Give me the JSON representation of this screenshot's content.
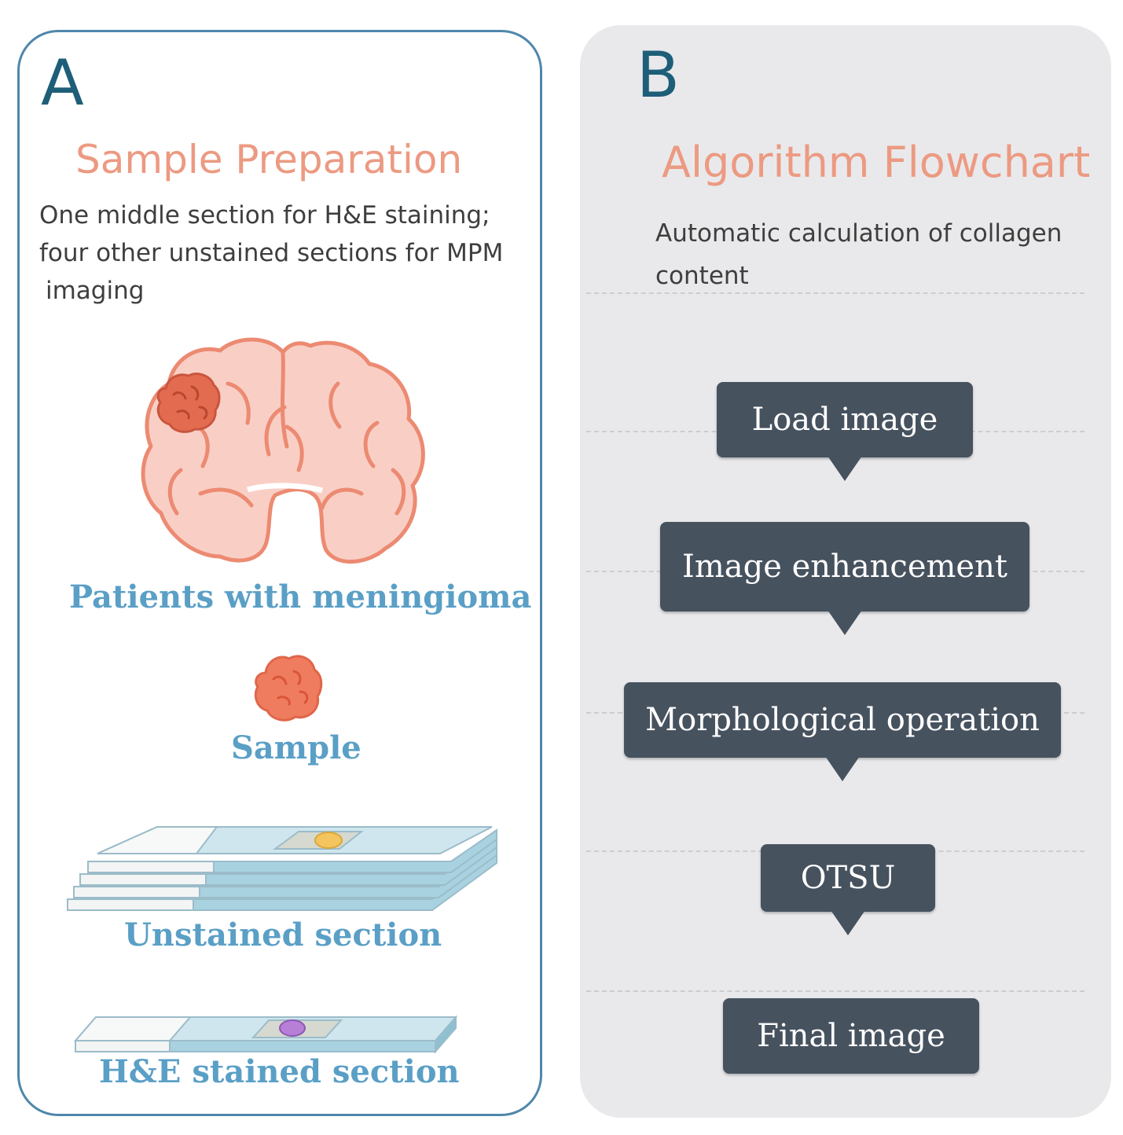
{
  "panel_a": {
    "letter": "A",
    "title": "Sample Preparation",
    "description_lines": [
      "One middle section for H&E staining;",
      "four other unstained sections for MPM",
      "imaging"
    ],
    "labels": {
      "patients": "Patients with meningioma",
      "sample": "Sample",
      "unstained": "Unstained section",
      "he_stained": "H&E stained section"
    }
  },
  "panel_b": {
    "letter": "B",
    "title": "Algorithm Flowchart",
    "description_lines": [
      "Automatic calculation of collagen",
      "content"
    ],
    "steps": [
      "Load image",
      "Image enhancement",
      "Morphological operation",
      "OTSU",
      "Final image"
    ]
  },
  "colors": {
    "panel_a_border": "#4f87ab",
    "panel_b_background": "#e9e9eb",
    "letter": "#1e5e78",
    "heading": "#ec9a82",
    "label": "#5a9fc6",
    "step_box": "#47525f",
    "brain": "#f9cfc5",
    "tumor": "#e36b50"
  },
  "icons": [
    "brain-icon",
    "tumor-icon",
    "sample-tissue-icon",
    "unstained-slides-icon",
    "he-slide-icon"
  ]
}
